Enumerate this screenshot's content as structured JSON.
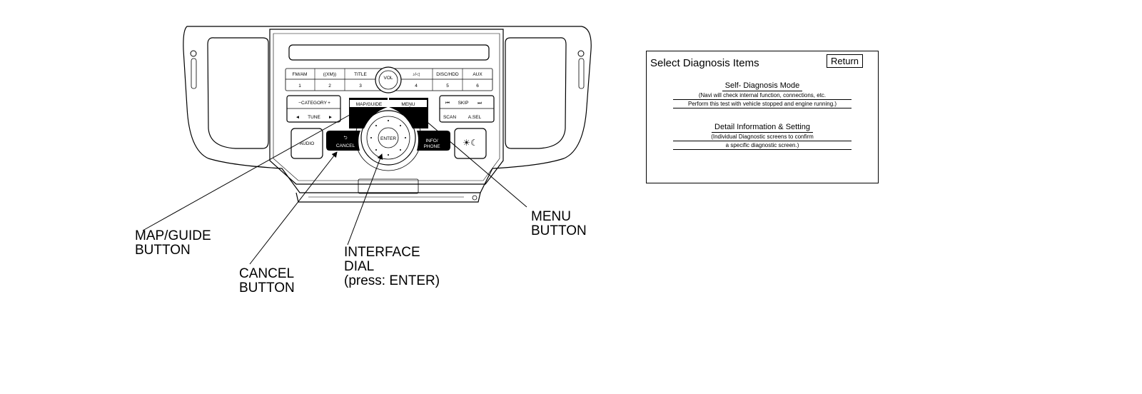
{
  "radio": {
    "row1": [
      "FM/AM",
      "((XM))",
      "TITLE",
      "♪/◁",
      "DISC/HDD",
      "AUX"
    ],
    "presets": [
      "1",
      "2",
      "3",
      "4",
      "5",
      "6"
    ],
    "vol": "VOL",
    "category": "CATEGORY",
    "tune": "TUNE",
    "skip": "SKIP",
    "scan": "SCAN",
    "asel": "A.SEL",
    "map_guide": "MAP/GUIDE",
    "menu": "MENU",
    "audio": "AUDIO",
    "cancel": "CANCEL",
    "enter": "ENTER",
    "info_phone_1": "INFO/",
    "info_phone_2": "PHONE"
  },
  "callouts": {
    "map_guide": "MAP/GUIDE\nBUTTON",
    "cancel": "CANCEL\nBUTTON",
    "interface": "INTERFACE\nDIAL\n(press: ENTER)",
    "menu": "MENU\nBUTTON"
  },
  "screen": {
    "title": "Select Diagnosis Items",
    "return_label": "Return",
    "self_diag": {
      "title": "Self- Diagnosis Mode",
      "line1": "(Navi will check internal function, connections, etc.",
      "line2": "Perform this test with vehicle stopped and engine running.)"
    },
    "detail": {
      "title": "Detail Information & Setting",
      "line1": "(Individual Diagnostic screens to confirm",
      "line2": "a specific diagnostic screen.)"
    }
  }
}
